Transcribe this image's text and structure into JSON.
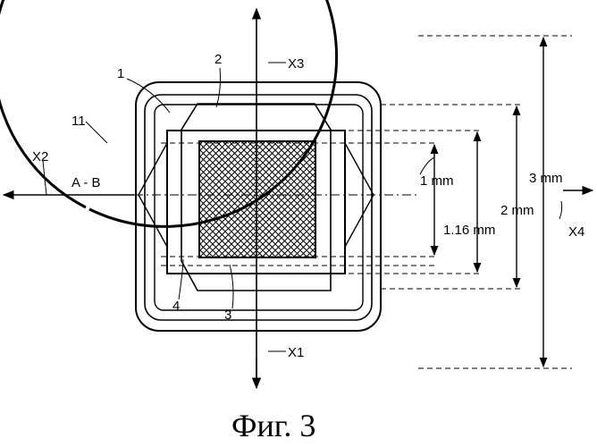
{
  "figure": {
    "caption": "Фиг. 3",
    "labels": {
      "ref_1": "1",
      "ref_2": "2",
      "ref_3": "3",
      "ref_4": "4",
      "ref_11": "11",
      "axis_x1": "X1",
      "axis_x2": "X2",
      "axis_x3": "X3",
      "axis_x4": "X4",
      "section": "A - B"
    },
    "dimensions": {
      "d_inner": "1 mm",
      "d_116": "1.16 mm",
      "d_2": "2 mm",
      "d_3": "3 mm"
    }
  }
}
